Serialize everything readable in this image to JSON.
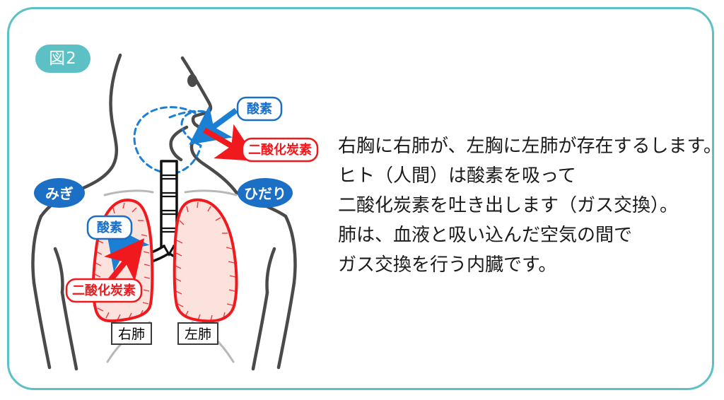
{
  "figure": {
    "badge_label": "図2",
    "badge_color": "#5cc0c4",
    "frame_color": "#5cc0c4",
    "background_color": "#ffffff"
  },
  "description": {
    "lines": [
      "右胸に右肺が、左胸に左肺が存在するします。",
      "ヒト（人間）は酸素を吸って",
      "二酸化炭素を吐き出します（ガス交換）。",
      "肺は、血液と吸い込んだ空気の間で",
      "ガス交換を行う内臓です。"
    ],
    "text_color": "#1a1a1a"
  },
  "diagram": {
    "side_labels": [
      {
        "id": "right",
        "text": "みぎ",
        "fill": "#1b6fc4",
        "text_color": "#ffffff"
      },
      {
        "id": "left",
        "text": "ひだり",
        "fill": "#1b6fc4",
        "text_color": "#ffffff"
      }
    ],
    "callouts": [
      {
        "id": "oxygen-mouth",
        "text": "酸素",
        "color": "#1b6fc4",
        "border_color": "#1b6fc4",
        "fill": "#ffffff",
        "arrow_color": "#1b7fd4"
      },
      {
        "id": "co2-mouth",
        "text": "二酸化炭素",
        "color": "#f0191e",
        "border_color": "#f0191e",
        "fill": "#ffffff",
        "arrow_color": "#f0191e"
      },
      {
        "id": "oxygen-lung",
        "text": "酸素",
        "color": "#1b6fc4",
        "border_color": "#1b6fc4",
        "fill": "#ffffff",
        "arrow_color": "#1b7fd4"
      },
      {
        "id": "co2-lung",
        "text": "二酸化炭素",
        "color": "#f0191e",
        "border_color": "#f0191e",
        "fill": "#ffffff",
        "arrow_color": "#f0191e"
      }
    ],
    "organ_labels": [
      {
        "id": "right-lung",
        "text": "右肺",
        "text_color": "#000000",
        "border_color": "#3a3a3a",
        "fill": "#ffffff"
      },
      {
        "id": "left-lung",
        "text": "左肺",
        "text_color": "#000000",
        "border_color": "#3a3a3a",
        "fill": "#ffffff"
      }
    ],
    "colors": {
      "body_outline": "#4a4a4a",
      "lung_fill": "#fbe2dc",
      "lung_stroke": "#f0191e",
      "airway_stroke": "#111111",
      "airway_fill": "#ffffff",
      "nasal_cavity": "#1b7fd4",
      "diaphragm": "#b8b8b8"
    }
  }
}
